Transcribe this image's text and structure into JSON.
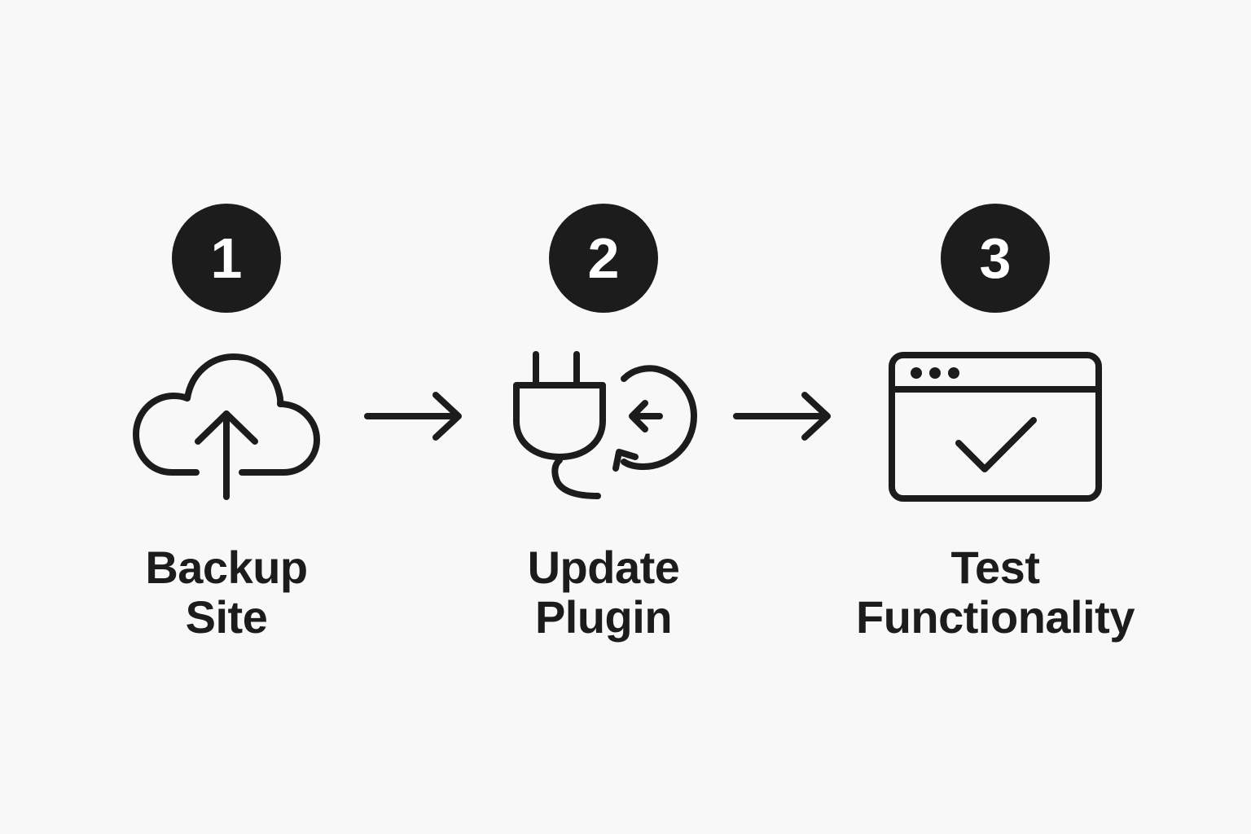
{
  "steps": [
    {
      "number": "1",
      "icon": "cloud-upload-icon",
      "label_lines": [
        "Backup",
        "Site"
      ]
    },
    {
      "number": "2",
      "icon": "plug-refresh-icon",
      "label_lines": [
        "Update",
        "Plugin"
      ]
    },
    {
      "number": "3",
      "icon": "browser-check-icon",
      "label_lines": [
        "Test",
        "Functionality"
      ]
    }
  ],
  "connectors": [
    {
      "icon": "arrow-right-icon"
    },
    {
      "icon": "arrow-right-icon"
    }
  ],
  "colors": {
    "background": "#f8f8f8",
    "ink": "#1c1c1c",
    "badge_text": "#ffffff"
  }
}
